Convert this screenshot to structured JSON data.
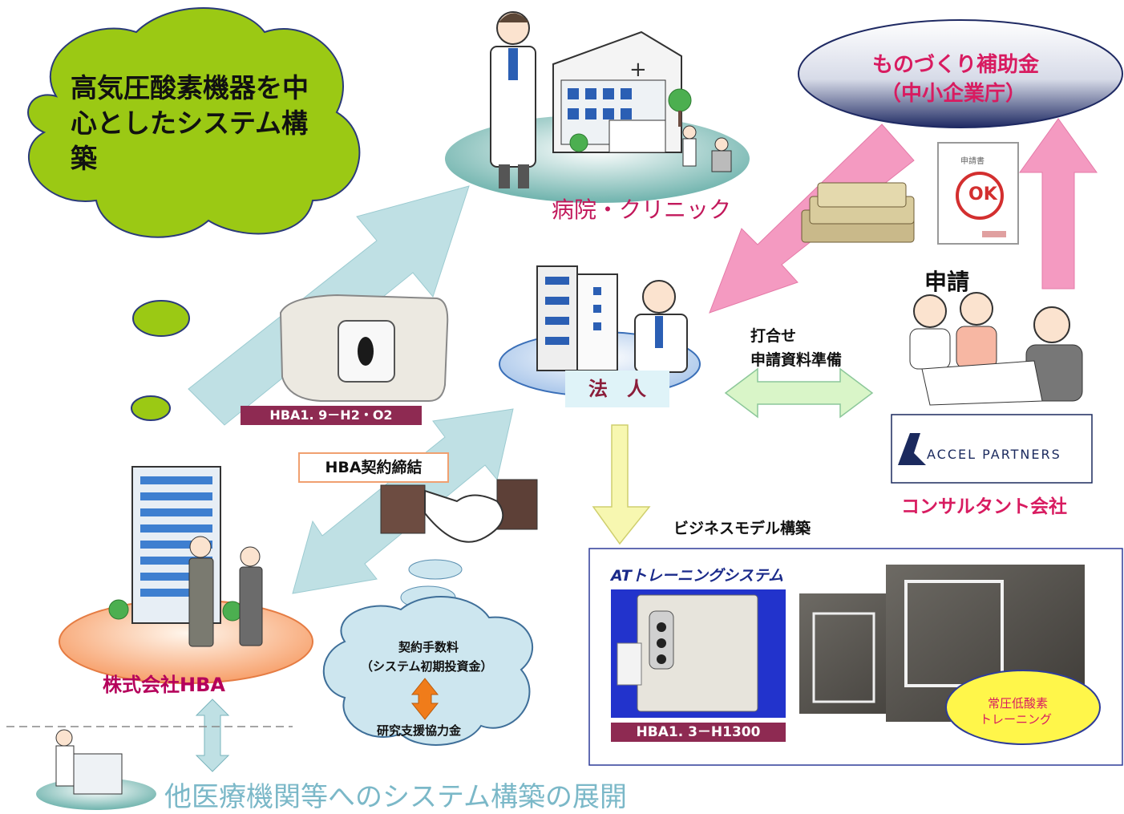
{
  "cloud": {
    "title": "高気圧酸素機器を中心としたシステム構築"
  },
  "hospital": {
    "label": "病院・クリニック"
  },
  "subsidy": {
    "line1": "ものづくり補助金",
    "line2": "（中小企業庁）"
  },
  "corporation": {
    "label": "法　人"
  },
  "application": {
    "label": "申請"
  },
  "meeting": {
    "line1": "打合せ",
    "line2": "申請資料準備"
  },
  "consultant": {
    "logo_text": "ACCEL PARTNERS",
    "label": "コンサルタント会社"
  },
  "business_model": {
    "label": "ビジネスモデル構築"
  },
  "device": {
    "label": "HBA1. 9－H2・O2"
  },
  "contract": {
    "label": "HBA契約締結"
  },
  "fee_cloud": {
    "line1": "契約手数料",
    "line2": "（システム初期投資金）",
    "line3": "研究支援協力金"
  },
  "company": {
    "label": "株式会社HBA"
  },
  "expansion": {
    "label": "他医療機関等へのシステム構築の展開"
  },
  "training": {
    "title": "ATトレーニングシステム",
    "device_label": "HBA1. 3－H1300",
    "bubble_line1": "常圧低酸素",
    "bubble_line2": "トレーニング"
  },
  "form": {
    "header": "申請書",
    "stamp": "OK"
  },
  "colors": {
    "cloud_green": "#9bc914",
    "arrow_teal": "#bfe0e4",
    "arrow_pink": "#f49ac1",
    "arrow_yellow": "#f7f7b0",
    "arrow_green": "#d9f5c8",
    "accent_red": "#d81b60"
  }
}
